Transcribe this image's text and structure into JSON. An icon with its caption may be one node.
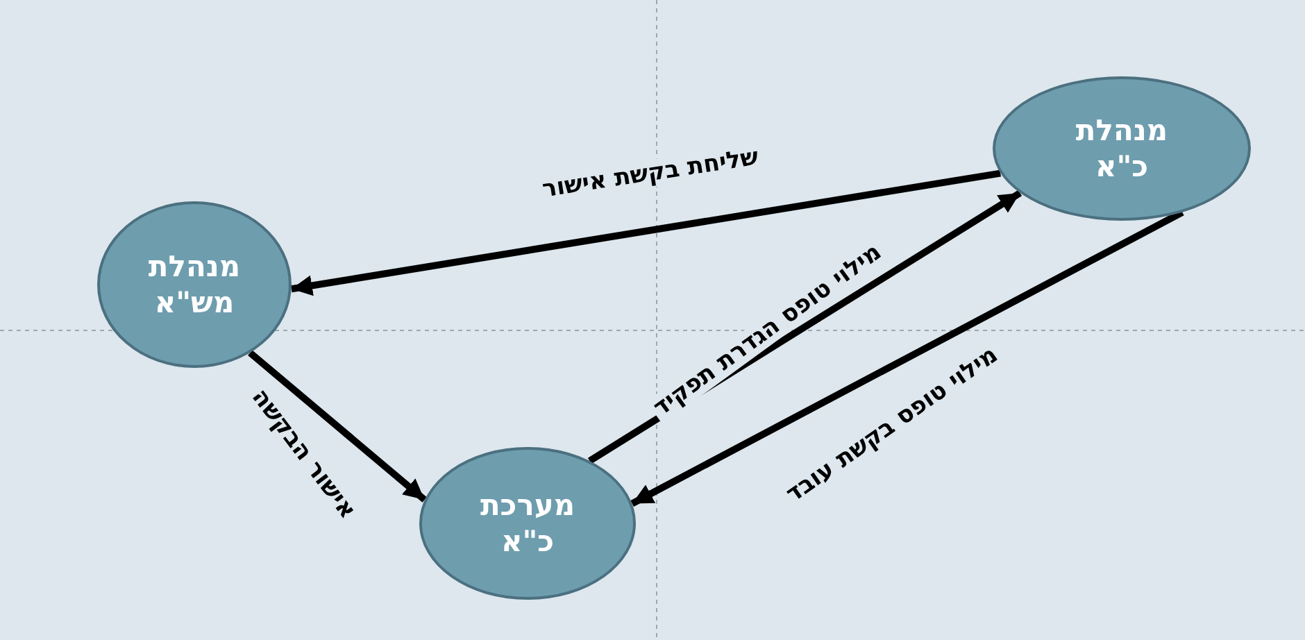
{
  "diagram": {
    "nodes": [
      {
        "text": [
          "מנהלת כ\"א"
        ]
      },
      {
        "text": [
          "מנהלת מש\"א"
        ]
      },
      {
        "text": [
          "מערכת כ\"א"
        ]
      }
    ],
    "edges": [
      {
        "from": 0,
        "to": 1,
        "arrow": "to",
        "label": "שליחת בקשת אישור"
      },
      {
        "from": 1,
        "to": 2,
        "arrow": "to",
        "label": "אישור הבקשה"
      },
      {
        "from": 2,
        "to": 0,
        "arrow": "to",
        "label": "מילוי טופס הגדרת תפקיד"
      },
      {
        "from": 0,
        "to": 2,
        "arrow": "to",
        "label": "מילוי טופס בקשת עובד"
      }
    ]
  }
}
